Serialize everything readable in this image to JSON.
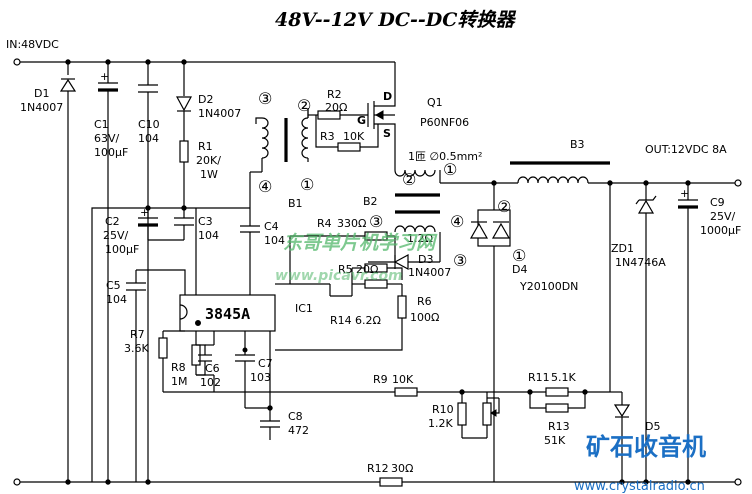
{
  "title": "48V--12V  DC--DC转换器",
  "input_label": "IN:48VDC",
  "output_label": "OUT:12VDC   8A",
  "ic_label": "3845A",
  "ic_ref": "IC1",
  "components": {
    "D1": [
      "D1",
      "1N4007"
    ],
    "C1": [
      "C1",
      "63V/",
      "100μF"
    ],
    "C10": [
      "C10",
      "104"
    ],
    "D2": [
      "D2",
      "1N4007"
    ],
    "R1": [
      "R1",
      "20K/",
      "1W"
    ],
    "C2": [
      "C2",
      "25V/",
      "100μF"
    ],
    "C3": [
      "C3",
      "104"
    ],
    "C4": [
      "C4",
      "104"
    ],
    "C5": [
      "C5",
      "104"
    ],
    "R7": [
      "R7",
      "3.6K"
    ],
    "R8": [
      "R8",
      "1M"
    ],
    "C6": [
      "C6",
      "102"
    ],
    "C7": [
      "C7",
      "103"
    ],
    "C8": [
      "C8",
      "472"
    ],
    "R2": [
      "R2",
      "20Ω"
    ],
    "R3": [
      "R3",
      "10K"
    ],
    "Q1": [
      "Q1",
      "P60NF06"
    ],
    "B1": "B1",
    "B2": "B2",
    "B3": "B3",
    "winding": "1匝  ∅0.5mm²",
    "R4": [
      "R4",
      "330Ω"
    ],
    "cap12": "1.2Ω",
    "R5": [
      "R5",
      "20Ω"
    ],
    "D3": [
      "D3",
      "1N4007"
    ],
    "R14": [
      "R14",
      "6.2Ω"
    ],
    "R6": [
      "R6",
      "100Ω"
    ],
    "D4": [
      "D4",
      "Y20100DN"
    ],
    "ZD1": [
      "ZD1",
      "1N4746A"
    ],
    "C9": [
      "C9",
      "25V/",
      "1000μF"
    ],
    "R9": [
      "R9",
      "10K"
    ],
    "R10": [
      "R10",
      "1.2K"
    ],
    "R11": [
      "R11",
      "5.1K"
    ],
    "R13": [
      "R13",
      "51K"
    ],
    "D5": "D5",
    "R12": [
      "R12",
      "30Ω"
    ]
  },
  "pins": {
    "G": "G",
    "D": "D",
    "S": "S"
  },
  "terminals": [
    "①",
    "②",
    "③",
    "④"
  ],
  "watermark": {
    "cn": "东哥单片机学习网",
    "url": "www.picavr.com",
    "logo": "矿石收音机",
    "logo_url": "www.crystalradio.cn"
  }
}
